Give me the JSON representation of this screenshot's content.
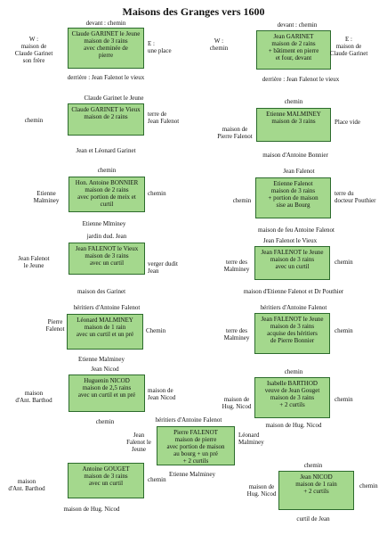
{
  "title": "Maisons des Granges vers 1600",
  "houses": [
    {
      "id": "h1",
      "box": [
        "Claude GARINET le Jeune",
        "maison de 3 rains",
        "avec cheminée de",
        "pierre"
      ],
      "north": "devant : chemin",
      "west": [
        "W :",
        "maison de",
        "Claude Garinet",
        "son frère"
      ],
      "east": [
        "E :",
        "une place"
      ],
      "south": "derrière : Jean Falenot le vieux"
    },
    {
      "id": "h2",
      "box": [
        "Jean GARINET",
        "maison de 2 rains",
        "+ bâtiment en pierre",
        "et four, devant"
      ],
      "north": "devant : chemin",
      "west": [
        "W :",
        "chemin"
      ],
      "east": [
        "E :",
        "maison de",
        "Claude Garinet"
      ],
      "south": "derrière : Jean Falenot le vieux"
    },
    {
      "id": "h3",
      "box": [
        "Claude GARINET le Vieux",
        "maison de 2 rains"
      ],
      "north": "Claude Garinet le Jeune",
      "west": [
        "chemin"
      ],
      "east": [
        "terre de",
        "Jean Falenot"
      ],
      "south": "Jean et Léonard Garinet"
    },
    {
      "id": "h4",
      "box": [
        "Etienne MALMINEY",
        "maison de 3 rains"
      ],
      "north": "chemin",
      "west": [
        "maison de",
        "Pierre Falenot"
      ],
      "east": [
        "Place vide"
      ],
      "south": "maison d'Antoine Bonnier"
    },
    {
      "id": "h5",
      "box": [
        "Hon. Antoine BONNIER",
        "maison de 2 rains",
        "avec portion de meix et",
        "curtil"
      ],
      "north": "chemin",
      "west": [
        "Etienne",
        "Malminey"
      ],
      "east": [
        "chemin"
      ],
      "south": "Etienne Mlminey"
    },
    {
      "id": "h6",
      "box": [
        "Etienne Falenot",
        "maison de 3 rains",
        "+ portion de maison",
        "sise au Bourg"
      ],
      "north": "Jean Falenot",
      "west": [
        "chemin"
      ],
      "east": [
        "terre du",
        "docteur Pouthier"
      ],
      "south": "maison de feu Antoine Falenot"
    },
    {
      "id": "h7",
      "box": [
        "Jean FALENOT le Vieux",
        "maison de 3 rains",
        "avec un curtil"
      ],
      "north": "jardin dud. Jean",
      "west": [
        "Jean Falenot",
        "le Jeune"
      ],
      "east": [
        "verger dudit",
        "Jean"
      ],
      "south": "maison des Garinet"
    },
    {
      "id": "h8",
      "box": [
        "Jean FALENOT le Jeune",
        "maison de 3 rains",
        "avec un curtil"
      ],
      "north": "Jean Falenot le Vieux",
      "west": [
        "terre des",
        "Malminey"
      ],
      "east": [
        "chemin"
      ],
      "south": "maison d'Etienne Falenot et Dr Pouthier"
    },
    {
      "id": "h9",
      "box": [
        "Léonard MALMINEY",
        "maison de 1 rain",
        "avec un curtil et un pré"
      ],
      "north": "héritiers d'Antoine Falenot",
      "west": [
        "Pierre",
        "Falenot"
      ],
      "east": [
        "Chemin"
      ],
      "south": "Etienne Malminey"
    },
    {
      "id": "h10",
      "box": [
        "Jean FALENOT le Jeune",
        "maison de 3 rains",
        "acquise des héritiers",
        "de Pierre Bonnier"
      ],
      "north": "héritiers d'Antoine Falenot",
      "west": [
        "terre des",
        "Malminey"
      ],
      "east": [
        "chemin"
      ],
      "south": ""
    },
    {
      "id": "h11",
      "box": [
        "Huguenin NICOD",
        "maison de 2,5 rains",
        "avec un curtil et un pré"
      ],
      "north": "Jean Nicod",
      "west": [
        "maison",
        "d'Ant. Barthod"
      ],
      "east": [
        "maison de",
        "Jean Nicod"
      ],
      "south": "chemin"
    },
    {
      "id": "h12",
      "box": [
        "Isabelle BARTHOD",
        "veuve de Jean Gouget",
        "maison de 3 rains",
        "+ 2 curtils"
      ],
      "north": "chemin",
      "west": [
        "maison de",
        "Hug. Nicod"
      ],
      "east": [
        "chemin"
      ],
      "south": "maison de Hug. Nicod"
    },
    {
      "id": "h13",
      "box": [
        "Pierre FALENOT",
        "maison de pierre",
        "avec portion de maison",
        "au bourg + un pré",
        "+ 2 curtils"
      ],
      "north": "héritiers d'Antoine Falenot",
      "west": [
        "Jean",
        "Falenot le",
        "Jeune"
      ],
      "east": [
        "Léonard",
        "Malminey"
      ],
      "south": "Etienne Malminey"
    },
    {
      "id": "h14",
      "box": [
        "Antoine GOUGET",
        "maison de 3 rains",
        "avec un curtil"
      ],
      "north": "",
      "west": [
        "maison",
        "d'Ant. Barthod"
      ],
      "east": [
        "chemin"
      ],
      "south": "maison de Hug. Nicod"
    },
    {
      "id": "h15",
      "box": [
        "Jean NICOD",
        "maison de 1 rain",
        "+ 2 curtils"
      ],
      "north": "chemin",
      "west": [
        "maison de",
        "Hug. Nicod"
      ],
      "east": [
        "chemin"
      ],
      "south": "curtil de Jean"
    }
  ]
}
